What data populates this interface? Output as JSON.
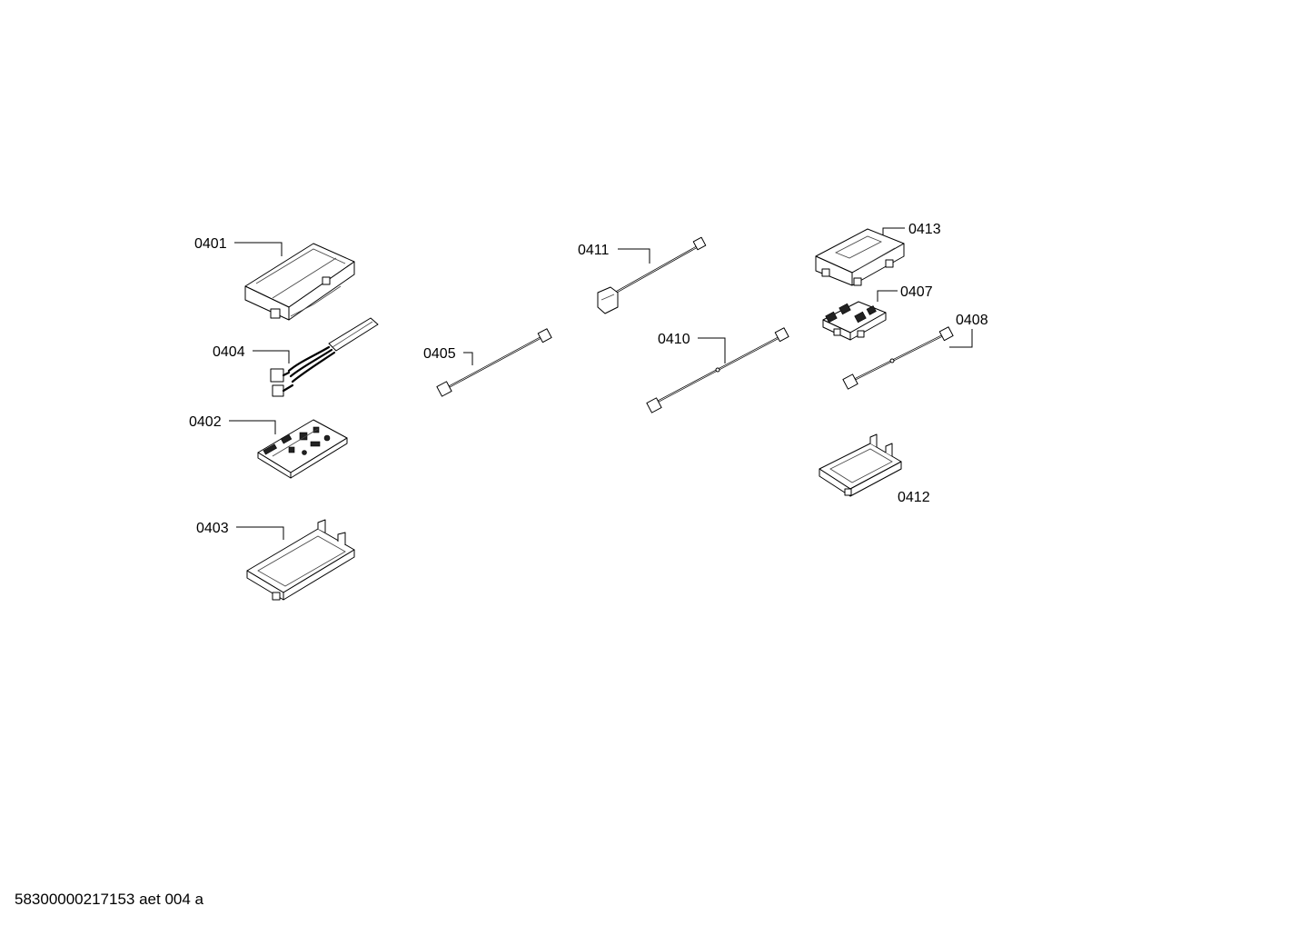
{
  "parts": [
    {
      "id": "p0401",
      "label": "0401"
    },
    {
      "id": "p0404",
      "label": "0404"
    },
    {
      "id": "p0402",
      "label": "0402"
    },
    {
      "id": "p0403",
      "label": "0403"
    },
    {
      "id": "p0405",
      "label": "0405"
    },
    {
      "id": "p0411",
      "label": "0411"
    },
    {
      "id": "p0410",
      "label": "0410"
    },
    {
      "id": "p0413",
      "label": "0413"
    },
    {
      "id": "p0407",
      "label": "0407"
    },
    {
      "id": "p0408",
      "label": "0408"
    },
    {
      "id": "p0412",
      "label": "0412"
    }
  ],
  "footer": {
    "document_code": "58300000217153 aet 004 a"
  }
}
